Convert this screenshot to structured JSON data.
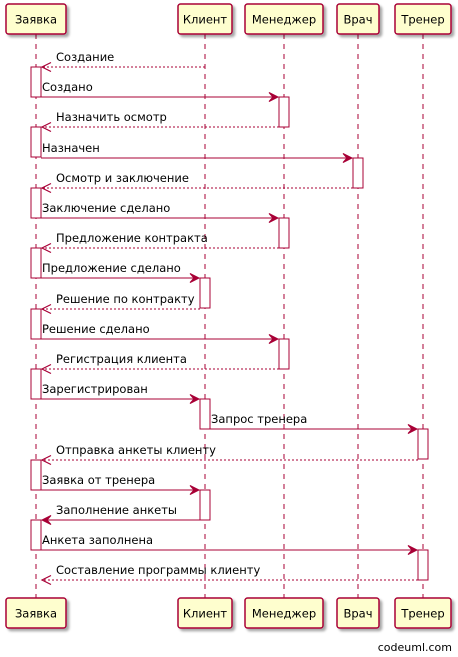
{
  "participants": [
    {
      "id": "zayavka",
      "label": "Заявка"
    },
    {
      "id": "klient",
      "label": "Клиент"
    },
    {
      "id": "menedzher",
      "label": "Менеджер"
    },
    {
      "id": "vrach",
      "label": "Врач"
    },
    {
      "id": "trener",
      "label": "Тренер"
    }
  ],
  "messages": [
    {
      "from": "klient",
      "to": "zayavka",
      "text": "Создание",
      "style": "return"
    },
    {
      "from": "zayavka",
      "to": "menedzher",
      "text": "Создано",
      "style": "call"
    },
    {
      "from": "menedzher",
      "to": "zayavka",
      "text": "Назначить осмотр",
      "style": "return"
    },
    {
      "from": "zayavka",
      "to": "vrach",
      "text": "Назначен",
      "style": "call"
    },
    {
      "from": "vrach",
      "to": "zayavka",
      "text": "Осмотр и заключение",
      "style": "return"
    },
    {
      "from": "zayavka",
      "to": "menedzher",
      "text": "Заключение сделано",
      "style": "call"
    },
    {
      "from": "menedzher",
      "to": "zayavka",
      "text": "Предложение контракта",
      "style": "return"
    },
    {
      "from": "zayavka",
      "to": "klient",
      "text": "Предложение сделано",
      "style": "call"
    },
    {
      "from": "klient",
      "to": "zayavka",
      "text": "Решение по контракту",
      "style": "return"
    },
    {
      "from": "zayavka",
      "to": "menedzher",
      "text": "Решение сделано",
      "style": "call"
    },
    {
      "from": "menedzher",
      "to": "zayavka",
      "text": "Регистрация клиента",
      "style": "return"
    },
    {
      "from": "zayavka",
      "to": "klient",
      "text": "Зарегистрирован",
      "style": "call"
    },
    {
      "from": "klient",
      "to": "trener",
      "text": "Запрос тренера",
      "style": "call"
    },
    {
      "from": "trener",
      "to": "zayavka",
      "text": "Отправка анкеты клиенту",
      "style": "return"
    },
    {
      "from": "zayavka",
      "to": "klient",
      "text": "Заявка от тренера",
      "style": "call"
    },
    {
      "from": "klient",
      "to": "zayavka",
      "text": "Заполнение анкеты",
      "style": "call"
    },
    {
      "from": "zayavka",
      "to": "trener",
      "text": "Анкета заполнена",
      "style": "call"
    },
    {
      "from": "trener",
      "to": "zayavka",
      "text": "Составление программы клиенту",
      "style": "return"
    }
  ],
  "colors": {
    "participant_fill": "#FEFECE",
    "participant_border": "#A80036",
    "arrow": "#A80036",
    "lifeline": "#A80036",
    "activation_fill": "#FFFFFF",
    "text": "#000000",
    "background": "#FFFFFF"
  },
  "footer": "codeuml.com"
}
